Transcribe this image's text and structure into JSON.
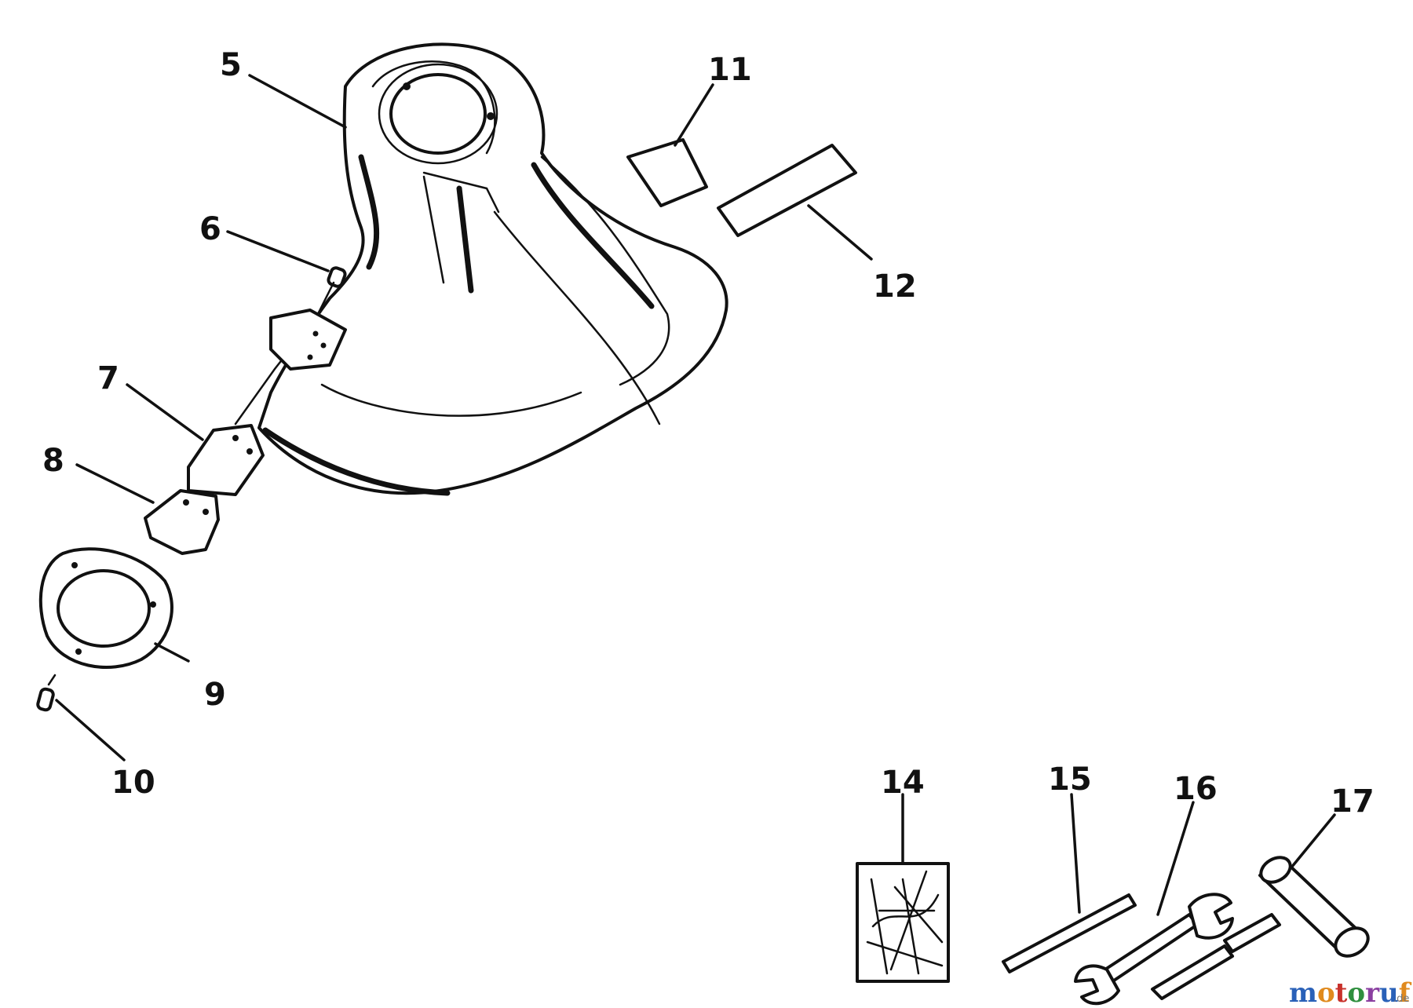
{
  "diagram": {
    "part_labels": [
      "5",
      "6",
      "7",
      "8",
      "9",
      "10",
      "11",
      "12",
      "14",
      "15",
      "16",
      "17"
    ]
  },
  "watermark": {
    "text_main": "motoruf",
    "text_suffix": ".de",
    "colors": [
      "#2a61b8",
      "#e08a1e",
      "#c8312b",
      "#2f8f3e",
      "#8a3fa0"
    ]
  }
}
